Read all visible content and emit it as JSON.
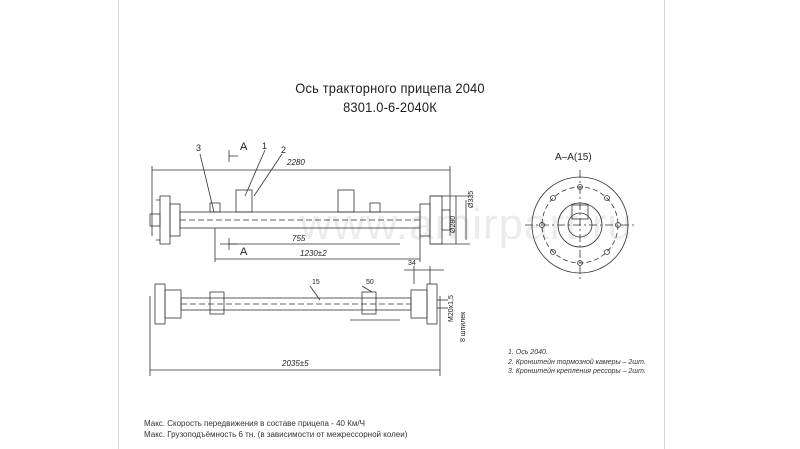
{
  "title_line1": "Ось тракторного прицепа 2040",
  "title_line2": "8301.0-6-2040К",
  "section_label": "А–А(15)",
  "callouts": [
    "3",
    "1",
    "2"
  ],
  "section_mark": "А",
  "dims_top": {
    "overall": "2280",
    "d1": "755",
    "d2": "1230±2",
    "pcd": "Ø335",
    "bolt": "Ø280"
  },
  "dims_bottom": {
    "overall": "2035±5",
    "d15": "15",
    "d50": "50",
    "d34": "34",
    "thread": "М20х1,5",
    "studs": "8 шпилек"
  },
  "notes": [
    "1. Ось 2040.",
    "2. Кронштейн тормозной камеры – 2шт.",
    "3. Кронштейн крепления рессоры – 2шт."
  ],
  "footer": [
    "Макс. Скорость передвижения в составе прицепа - 40 Км/Ч",
    "Макс. Грузоподъёмность 6 тн. (в зависимости от межрессорной колеи)"
  ],
  "watermark": "www.amirpart.ru"
}
